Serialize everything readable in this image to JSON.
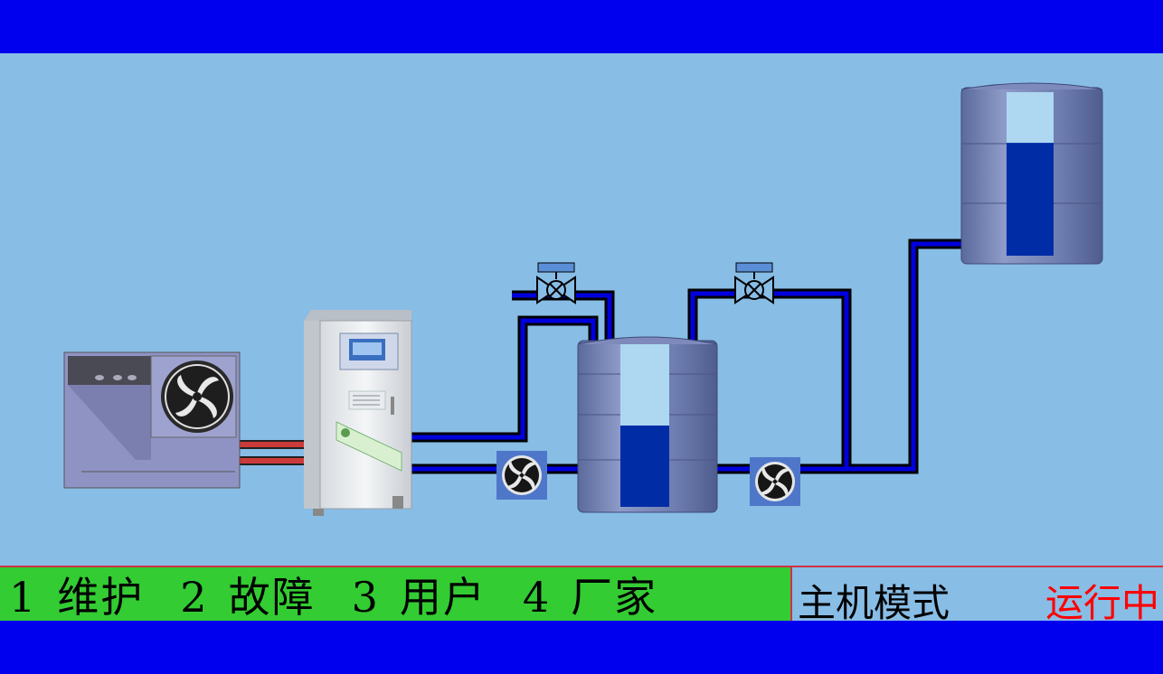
{
  "menu": {
    "items": [
      {
        "num": "1",
        "label": "维护"
      },
      {
        "num": "2",
        "label": "故障"
      },
      {
        "num": "3",
        "label": "用户"
      },
      {
        "num": "4",
        "label": "厂家"
      }
    ]
  },
  "status": {
    "mode_label": "主机模式",
    "run_status": "运行中",
    "run_status_color": "#ff0000"
  },
  "tanks": {
    "middle_level_pct": 50,
    "tall_level_pct": 69
  },
  "colors": {
    "pipe": "#0000dd",
    "background": "#88bde6",
    "bar": "#0000ee",
    "menu_bg": "#33cc33"
  }
}
